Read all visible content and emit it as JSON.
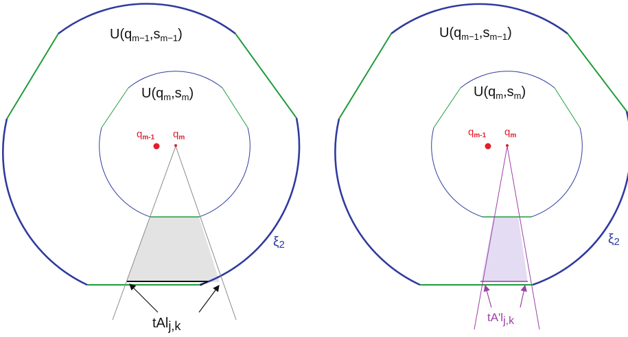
{
  "colors": {
    "blue": "#2f3a9e",
    "green": "#1f9a3a",
    "red": "#e0202c",
    "gray": "#8a8a8a",
    "gray_fill": "#e3e3e3",
    "purple": "#9b3fa6",
    "purple_fill": "#e3dcf2",
    "label": "#111111"
  },
  "panels": [
    {
      "outer_set_label": "U(q",
      "outer_set_sub1": "m−1",
      "outer_set_mid": ",s",
      "outer_set_sub2": "m−1",
      "outer_set_end": ")",
      "inner_set_label": "U(q",
      "inner_set_sub1": "m",
      "inner_set_mid": ",s",
      "inner_set_sub2": "m",
      "inner_set_end": ")",
      "point_prev_base": "q",
      "point_prev_sub": "m-1",
      "point_curr_base": "q",
      "point_curr_sub": "m",
      "xi_base": "ξ",
      "xi_sub": "2",
      "region_base": "tAl",
      "region_sub": "j,k"
    },
    {
      "outer_set_label": "U(q",
      "outer_set_sub1": "m−1",
      "outer_set_mid": ",s",
      "outer_set_sub2": "m−1",
      "outer_set_end": ")",
      "inner_set_label": "U(q",
      "inner_set_sub1": "m",
      "inner_set_mid": ",s",
      "inner_set_sub2": "m",
      "inner_set_end": ")",
      "point_prev_base": "q",
      "point_prev_sub": "m-1",
      "point_curr_base": "q",
      "point_curr_sub": "m",
      "xi_base": "ξ",
      "xi_sub": "2",
      "region_base": "tA'l",
      "region_sub": "j,k"
    }
  ]
}
